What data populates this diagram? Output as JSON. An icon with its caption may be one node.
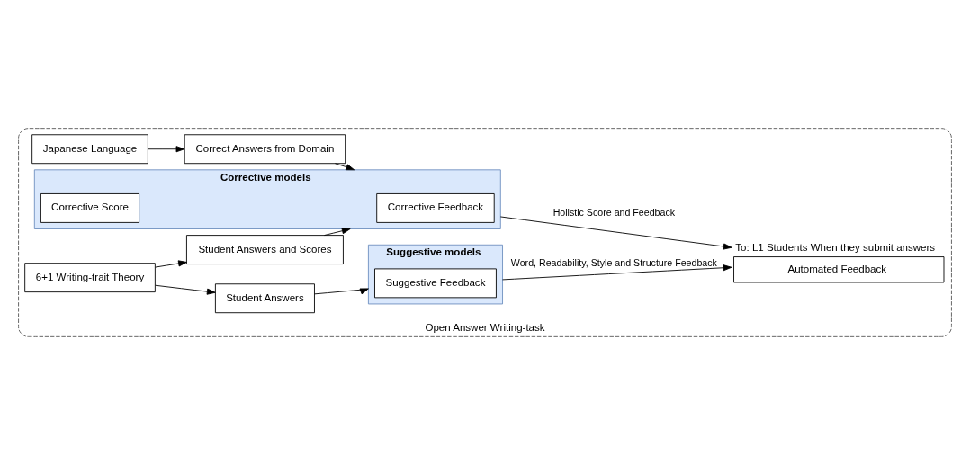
{
  "diagram": {
    "nodes": [
      {
        "text": [
          "Open Answer Writing-task"
        ]
      },
      {
        "text": [
          "Japanese Language"
        ],
        "in": 0
      },
      {
        "text": [
          "Correct Answers from Domain"
        ],
        "in": 0
      },
      {
        "text": [
          "6+1 Writing-trait Theory"
        ],
        "in": 0
      },
      {
        "text": [
          "Student Answers"
        ],
        "in": 0
      },
      {
        "text": [
          "Suggestive models"
        ],
        "in": 0
      },
      {
        "text": [
          "Suggestive Feedback"
        ],
        "in": 5
      },
      {
        "text": [
          "Automated Feedback"
        ],
        "in": 0,
        "beside": [
          "To: L1 Students When they submit answers"
        ]
      },
      {
        "text": [
          "Student Answers and Scores"
        ],
        "in": 0
      },
      {
        "text": [
          "Corrective models"
        ],
        "in": 0
      },
      {
        "text": [
          "Corrective Feedback"
        ],
        "in": 9
      },
      {
        "text": [
          "Corrective Score"
        ],
        "in": 9
      }
    ],
    "edges": [
      {
        "from": 1,
        "to": 2,
        "arrow": "to"
      },
      {
        "from": 2,
        "to": 9,
        "arrow": "to"
      },
      {
        "from": 3,
        "to": 4,
        "arrow": "to"
      },
      {
        "from": 4,
        "to": 5,
        "arrow": "to"
      },
      {
        "from": 3,
        "to": 8,
        "arrow": "to"
      },
      {
        "from": 8,
        "to": 9,
        "arrow": "to"
      },
      {
        "from": 5,
        "to": 7,
        "arrow": "to",
        "label": "Word, Readability, Style and Structure Feedback"
      },
      {
        "from": 9,
        "to": 7,
        "arrow": "to",
        "label": "Holistic Score and Feedback"
      }
    ]
  }
}
